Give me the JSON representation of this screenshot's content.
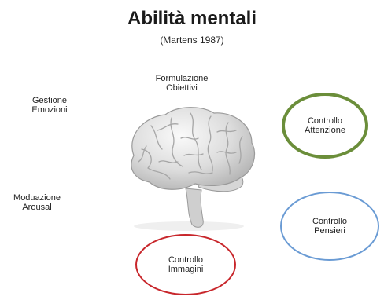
{
  "title": "Abilità mentali",
  "subtitle": "(Martens 1987)",
  "skills": {
    "goal_setting": "Formulazione\nObiettivi",
    "emotion_management": "Gestione\nEmozioni",
    "arousal_modulation": "Moduazione\nArousal",
    "attention_control": "Controllo\nAttenzione",
    "thought_control": "Controllo\nPensieri",
    "imagery_control": "Controllo\nImmagini"
  },
  "colors": {
    "attention_ring": "#6b8e3a",
    "thought_ring": "#6a9bd4",
    "imagery_ring": "#c8262b",
    "brain_fill": "#e6e6e6",
    "brain_stroke": "#9a9a9a"
  },
  "icons": {
    "center": "brain-icon"
  }
}
